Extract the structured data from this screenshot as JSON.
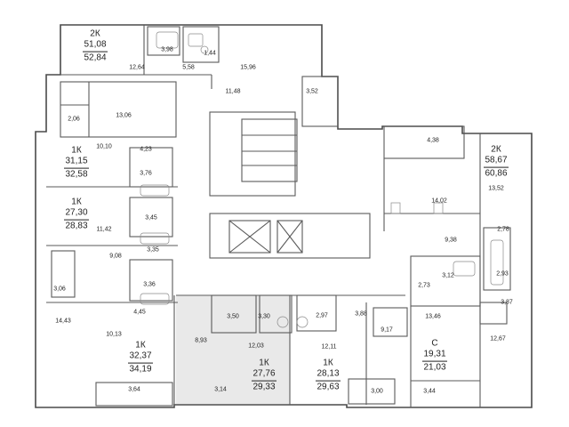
{
  "apartments": [
    {
      "type": "2К",
      "living": "51,08",
      "total": "52,84"
    },
    {
      "type": "1К",
      "living": "31,15",
      "total": "32,58"
    },
    {
      "type": "1К",
      "living": "27,30",
      "total": "28,83"
    },
    {
      "type": "2К",
      "living": "58,67",
      "total": "60,86"
    },
    {
      "type": "1К",
      "living": "32,37",
      "total": "34,19"
    },
    {
      "type": "1К",
      "living": "27,76",
      "total": "29,33"
    },
    {
      "type": "1К",
      "living": "28,13",
      "total": "29,63"
    },
    {
      "type": "С",
      "living": "19,31",
      "total": "21,03"
    }
  ],
  "room_areas": [
    "3,98",
    "1,44",
    "12,64",
    "5,58",
    "15,96",
    "11,48",
    "3,52",
    "2,06",
    "13,06",
    "10,10",
    "4,23",
    "3,76",
    "3,45",
    "11,42",
    "4,38",
    "14,02",
    "13,52",
    "9,38",
    "2,78",
    "2,93",
    "3,87",
    "9,08",
    "3,35",
    "3,06",
    "3,36",
    "4,45",
    "14,43",
    "10,13",
    "3,50",
    "3,30",
    "2,97",
    "3,88",
    "8,93",
    "3,12",
    "2,73",
    "13,46",
    "9,17",
    "12,03",
    "12,11",
    "12,67",
    "3,64",
    "3,14",
    "3,00",
    "3,44"
  ],
  "colors": {
    "line": "#4a4a4a",
    "highlight": "#e9e9e9"
  }
}
